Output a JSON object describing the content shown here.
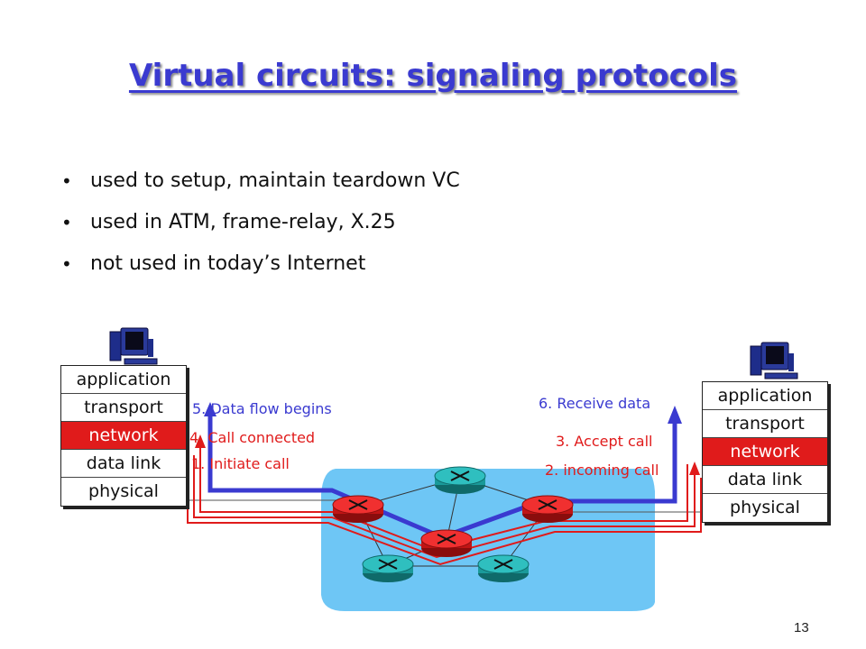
{
  "title": "Virtual circuits: signaling protocols",
  "bullets": [
    "used to setup, maintain  teardown VC",
    "used in ATM, frame-relay, X.25",
    "not used in today’s Internet"
  ],
  "stack_left": {
    "layers": [
      "application",
      "transport",
      "network",
      "data link",
      "physical"
    ]
  },
  "stack_right": {
    "layers": [
      "application",
      "transport",
      "network",
      "data link",
      "physical"
    ]
  },
  "labels": {
    "step5": "5. Data flow begins",
    "step4": "4. Call connected",
    "step1": "1. Initiate call",
    "step6": "6. Receive data",
    "step3": "3. Accept call",
    "step2": "2. incoming call"
  },
  "colors": {
    "title": "#3a3ad0",
    "data_flow": "#3a3ad0",
    "signaling": "#e01b1b",
    "network_cloud": "#6ec6f5",
    "router_active": "#e01b1b",
    "router_idle": "#1a9a9a"
  },
  "page_number": "13"
}
